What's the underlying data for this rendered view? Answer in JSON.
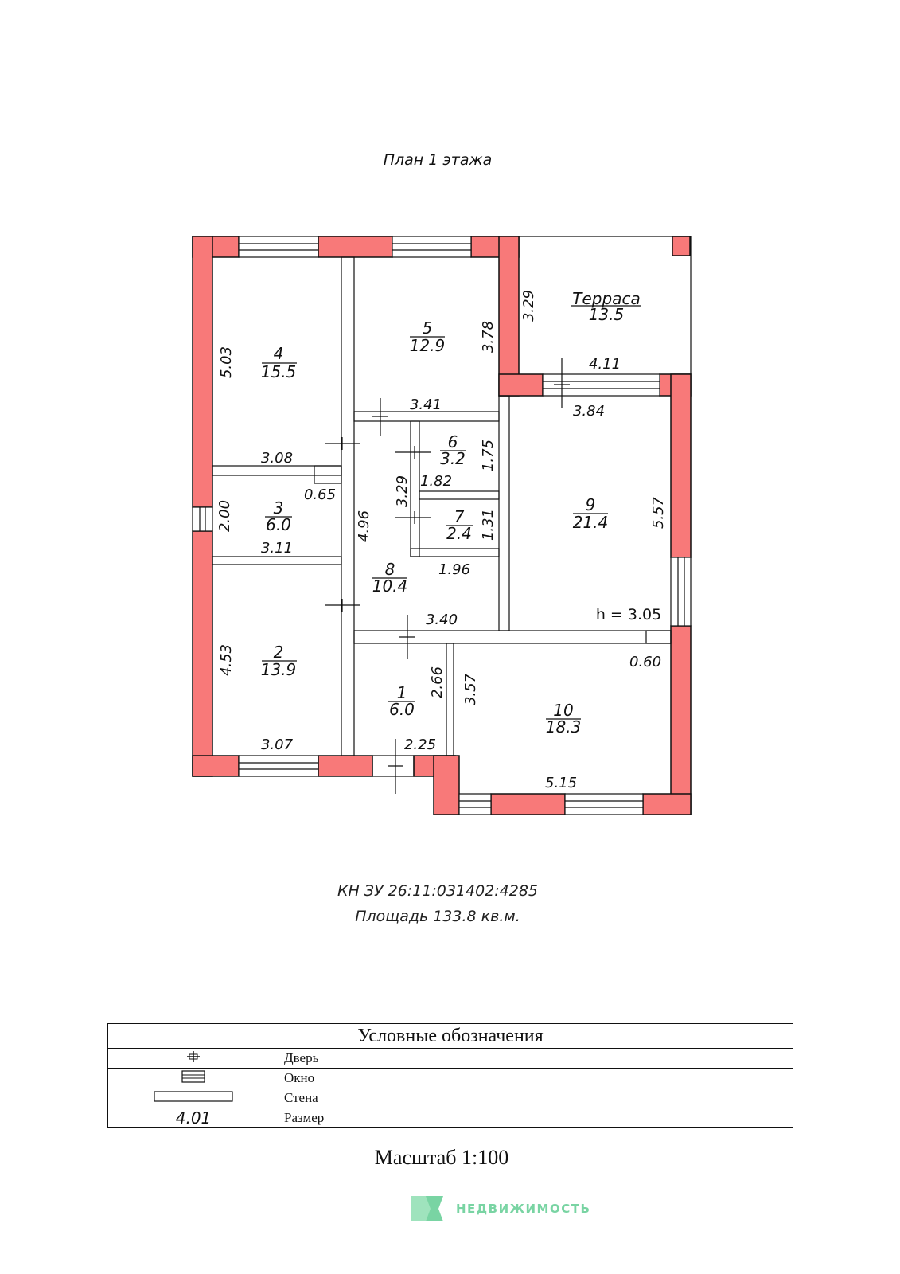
{
  "title": "План 1 этажа",
  "rooms": [
    {
      "number": "4",
      "area": "15.5"
    },
    {
      "number": "5",
      "area": "12.9"
    },
    {
      "number": "Терраса",
      "area": "13.5"
    },
    {
      "number": "6",
      "area": "3.2"
    },
    {
      "number": "7",
      "area": "2.4"
    },
    {
      "number": "3",
      "area": "6.0"
    },
    {
      "number": "9",
      "area": "21.4"
    },
    {
      "number": "8",
      "area": "10.4"
    },
    {
      "number": "2",
      "area": "13.9"
    },
    {
      "number": "1",
      "area": "6.0"
    },
    {
      "number": "10",
      "area": "18.3"
    }
  ],
  "dimensions": [
    "5.03",
    "3.08",
    "3.78",
    "3.41",
    "3.29",
    "4.11",
    "3.84",
    "1.75",
    "1.82",
    "3.29",
    "0.65",
    "2.00",
    "3.11",
    "4.96",
    "1.31",
    "1.96",
    "5.57",
    "3.40",
    "4.53",
    "3.07",
    "2.66",
    "3.57",
    "2.25",
    "5.15",
    "0.60"
  ],
  "ceiling_height": "h = 3.05",
  "cadastral": "КН ЗУ 26:11:031402:4285",
  "area_total": "Площадь 133.8 кв.м.",
  "legend": {
    "title": "Условные обозначения",
    "items": [
      {
        "label": "Дверь"
      },
      {
        "label": "Окно"
      },
      {
        "label": "Стена"
      },
      {
        "label": "Размер",
        "sample": "4.01"
      }
    ]
  },
  "scale": "Масштаб 1:100",
  "logo_text": "НЕДВИЖИМОСТЬ",
  "colors": {
    "wall": "#f87979",
    "line": "#111111",
    "logo": "#79d4a3"
  }
}
